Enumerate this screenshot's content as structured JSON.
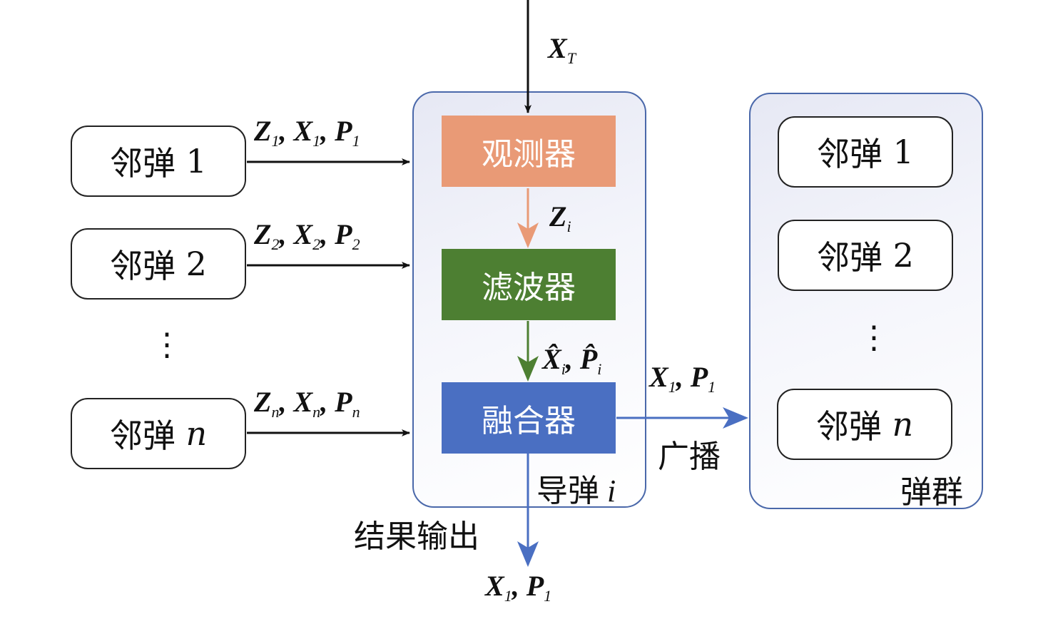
{
  "colors": {
    "observer": "#e99a76",
    "filter": "#4d7f32",
    "fusion": "#4a6fc2",
    "panel_border": "#4a68aa",
    "arrow_black": "#111111",
    "arrow_blue": "#4a6fc2"
  },
  "input_top": {
    "symbol": "X",
    "sub": "T"
  },
  "neighbors_left": [
    {
      "label": "邻弹",
      "index": "1",
      "italic": false,
      "edge": {
        "z": "Z",
        "zs": "1",
        "x": "X",
        "xs": "1",
        "p": "P",
        "ps": "1"
      }
    },
    {
      "label": "邻弹",
      "index": "2",
      "italic": false,
      "edge": {
        "z": "Z",
        "zs": "2",
        "x": "X",
        "xs": "2",
        "p": "P",
        "ps": "2"
      }
    },
    {
      "label": "邻弹",
      "index": "n",
      "italic": true,
      "edge": {
        "z": "Z",
        "zs": "n",
        "x": "X",
        "xs": "n",
        "p": "P",
        "ps": "n"
      }
    }
  ],
  "ellipsis": "⋮",
  "missile_panel": {
    "label": "导弹",
    "index": "i",
    "blocks": {
      "observer": "观测器",
      "filter": "滤波器",
      "fusion": "融合器"
    },
    "edge_obs_filter": {
      "symbol": "Z",
      "sub": "i"
    },
    "edge_filter_fusion": {
      "x": "X̂",
      "xs": "i",
      "p": "P̂",
      "ps": "i"
    }
  },
  "broadcast": {
    "label": "广播",
    "x": "X",
    "xs": "1",
    "p": "P",
    "ps": "1"
  },
  "output": {
    "label": "结果输出",
    "x": "X",
    "xs": "1",
    "p": "P",
    "ps": "1"
  },
  "swarm_panel": {
    "label": "弹群",
    "items": [
      {
        "label": "邻弹",
        "index": "1",
        "italic": false
      },
      {
        "label": "邻弹",
        "index": "2",
        "italic": false
      },
      {
        "label": "邻弹",
        "index": "n",
        "italic": true
      }
    ]
  }
}
